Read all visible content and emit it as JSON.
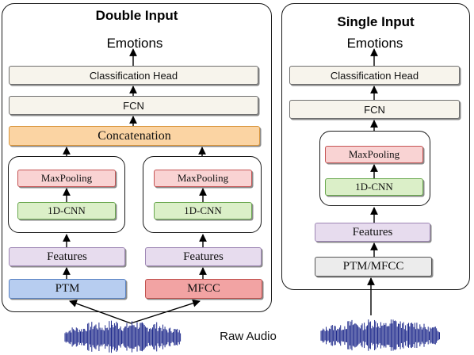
{
  "double_input": {
    "title": "Double Input",
    "output": "Emotions",
    "classification_head": "Classification Head",
    "fcn": "FCN",
    "concatenation": "Concatenation",
    "branch_left": {
      "maxpooling": "MaxPooling",
      "cnn": "1D-CNN",
      "features": "Features",
      "source": "PTM"
    },
    "branch_right": {
      "maxpooling": "MaxPooling",
      "cnn": "1D-CNN",
      "features": "Features",
      "source": "MFCC"
    }
  },
  "single_input": {
    "title": "Single Input",
    "output": "Emotions",
    "classification_head": "Classification Head",
    "fcn": "FCN",
    "maxpooling": "MaxPooling",
    "cnn": "1D-CNN",
    "features": "Features",
    "source": "PTM/MFCC"
  },
  "raw_audio_label": "Raw Audio",
  "colors": {
    "cream": "#f7f4ec",
    "orange": "#fbd4a3",
    "pink": "#f9d3d3",
    "green": "#dbefc8",
    "lavender": "#e7dcee",
    "blue": "#b7cdf0",
    "red": "#f2a3a3",
    "grey": "#ececec",
    "waveform": "#1f2a8c"
  }
}
